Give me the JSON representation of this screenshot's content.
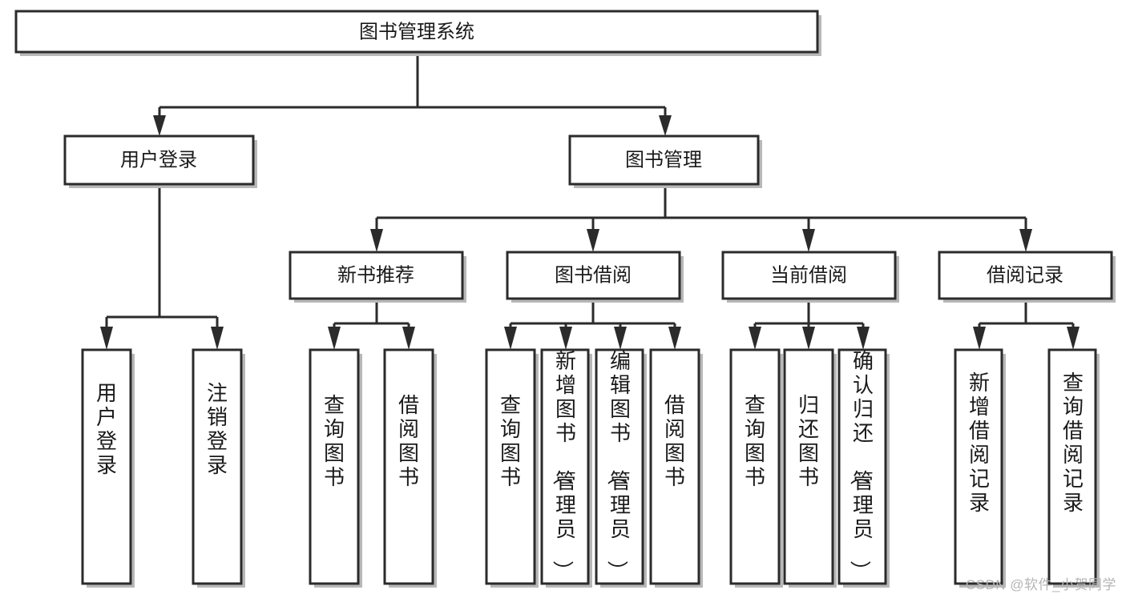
{
  "diagram": {
    "type": "tree-hierarchy",
    "title": "图书管理系统",
    "watermark": "CSDN @软件_小贺同学",
    "colors": {
      "stroke": "#2b2b2b",
      "fill": "#ffffff",
      "text": "#1a1a1a",
      "shadow": "#b8b8b8",
      "watermark": "#b5b5b5"
    },
    "levels": {
      "root": {
        "label": "图书管理系统"
      },
      "level2": [
        {
          "label": "用户登录"
        },
        {
          "label": "图书管理"
        }
      ],
      "level3": [
        {
          "label": "新书推荐"
        },
        {
          "label": "图书借阅"
        },
        {
          "label": "当前借阅"
        },
        {
          "label": "借阅记录"
        }
      ]
    },
    "nodes": {
      "root": "图书管理系统",
      "user_login": "用户登录",
      "book_manage": "图书管理",
      "new_book_rec": "新书推荐",
      "book_borrow": "图书借阅",
      "current_borrow": "当前借阅",
      "borrow_record": "借阅记录",
      "leaf_user_login": "用户登录",
      "leaf_logout": "注销登录",
      "leaf_query_book_1": "查询图书",
      "leaf_borrow_book_1": "借阅图书",
      "leaf_query_book_2": "查询图书",
      "leaf_add_book_admin": "新增图书（管理员）",
      "leaf_edit_book_admin": "编辑图书（管理员）",
      "leaf_borrow_book_2": "借阅图书",
      "leaf_query_book_3": "查询图书",
      "leaf_return_book": "归还图书",
      "leaf_confirm_return_admin": "确认归还（管理员）",
      "leaf_add_record": "新增借阅记录",
      "leaf_query_record": "查询借阅记录"
    },
    "edges": [
      {
        "from": "root",
        "to": "user_login"
      },
      {
        "from": "root",
        "to": "book_manage"
      },
      {
        "from": "user_login",
        "to": "leaf_user_login"
      },
      {
        "from": "user_login",
        "to": "leaf_logout"
      },
      {
        "from": "book_manage",
        "to": "new_book_rec"
      },
      {
        "from": "book_manage",
        "to": "book_borrow"
      },
      {
        "from": "book_manage",
        "to": "current_borrow"
      },
      {
        "from": "book_manage",
        "to": "borrow_record"
      },
      {
        "from": "new_book_rec",
        "to": "leaf_query_book_1"
      },
      {
        "from": "new_book_rec",
        "to": "leaf_borrow_book_1"
      },
      {
        "from": "book_borrow",
        "to": "leaf_query_book_2"
      },
      {
        "from": "book_borrow",
        "to": "leaf_add_book_admin"
      },
      {
        "from": "book_borrow",
        "to": "leaf_edit_book_admin"
      },
      {
        "from": "book_borrow",
        "to": "leaf_borrow_book_2"
      },
      {
        "from": "current_borrow",
        "to": "leaf_query_book_3"
      },
      {
        "from": "current_borrow",
        "to": "leaf_return_book"
      },
      {
        "from": "current_borrow",
        "to": "leaf_confirm_return_admin"
      },
      {
        "from": "borrow_record",
        "to": "leaf_add_record"
      },
      {
        "from": "borrow_record",
        "to": "leaf_query_record"
      }
    ]
  }
}
